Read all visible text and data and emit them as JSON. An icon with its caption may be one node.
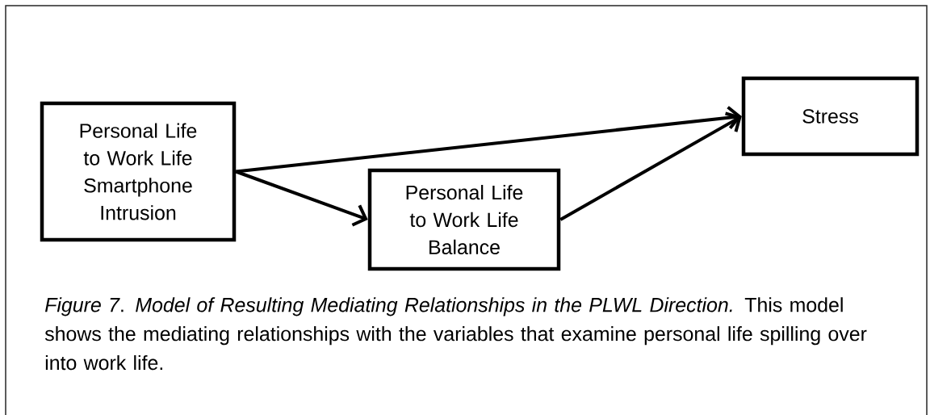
{
  "diagram": {
    "caption": "*Figure 7*. *Model of Resulting Mediating Relationships in the PLWL Direction.* This model shows the mediating relationships with the variables that examine personal life spilling over into work life.",
    "nodes": [
      {
        "text": [
          "Personal Life to Work Life Smartphone Intrusion"
        ]
      },
      {
        "text": [
          "Personal Life to Work Life Balance"
        ]
      },
      {
        "text": [
          "Stress"
        ]
      }
    ],
    "edges": [
      {
        "from": 0,
        "to": 2,
        "arrow": "to"
      },
      {
        "from": 0,
        "to": 1,
        "arrow": "to"
      },
      {
        "from": 1,
        "to": 2,
        "arrow": "to"
      }
    ]
  }
}
